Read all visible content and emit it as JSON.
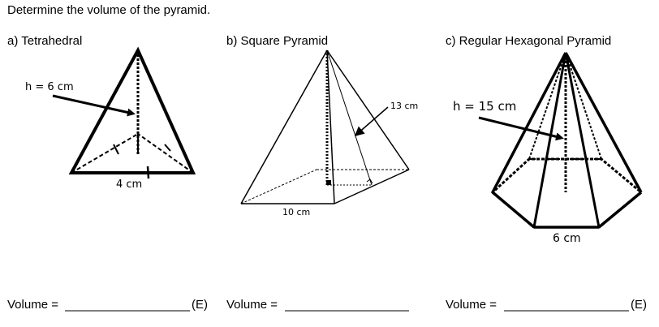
{
  "instruction": "Determine the volume of the pyramid.",
  "problems": [
    {
      "heading": "a) Tetrahedral",
      "height_label": "h = 6 cm",
      "base_label": "4 cm",
      "answer_prefix": "Volume =",
      "answer_suffix": "(E)"
    },
    {
      "heading": "b) Square Pyramid",
      "slant_label": "13 cm",
      "base_label": "10 cm",
      "answer_prefix": "Volume ="
    },
    {
      "heading": "c) Regular Hexagonal Pyramid",
      "height_label": "h = 15 cm",
      "base_label": "6 cm",
      "answer_prefix": "Volume =",
      "answer_suffix": "(E)"
    }
  ]
}
